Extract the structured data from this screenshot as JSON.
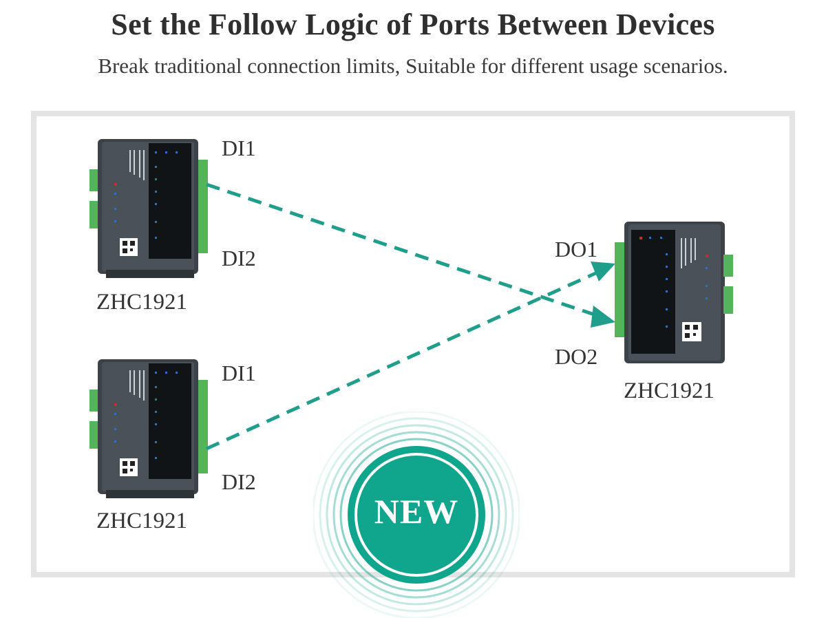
{
  "header": {
    "title": "Set the Follow Logic of Ports Between Devices",
    "subtitle": "Break traditional connection limits, Suitable for different usage scenarios."
  },
  "devices": [
    {
      "name": "ZHC1921",
      "ports": [
        "DI1",
        "DI2"
      ]
    },
    {
      "name": "ZHC1921",
      "ports": [
        "DI1",
        "DI2"
      ]
    },
    {
      "name": "ZHC1921",
      "ports": [
        "DO1",
        "DO2"
      ]
    }
  ],
  "badge": {
    "text": "NEW"
  },
  "colors": {
    "link": "#1f9e8c",
    "badge": "#10a58d",
    "device_body": "#3c4248",
    "terminal": "#53b45a",
    "frame": "#e4e4e4"
  },
  "links": [
    {
      "from": "device-1 DI1",
      "to": "device-3 DO2"
    },
    {
      "from": "device-2 DI2",
      "to": "device-3 DO1"
    }
  ]
}
